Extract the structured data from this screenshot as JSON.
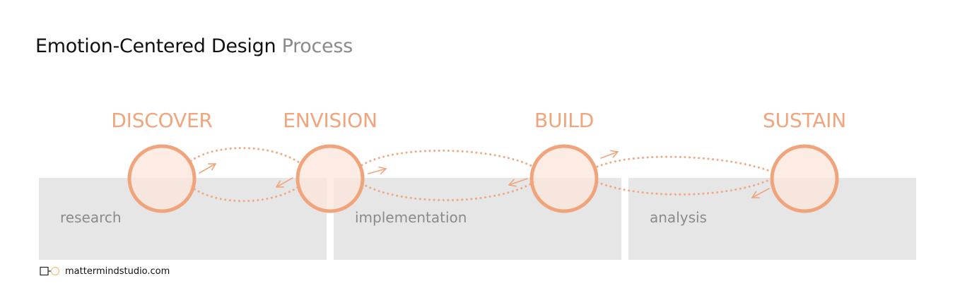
{
  "title": {
    "main": "Emotion-Centered Design",
    "accent": "Process"
  },
  "stages": [
    {
      "id": "discover",
      "label": "DISCOVER"
    },
    {
      "id": "envision",
      "label": "ENVISION"
    },
    {
      "id": "build",
      "label": "BUILD"
    },
    {
      "id": "sustain",
      "label": "SUSTAIN"
    }
  ],
  "phases": [
    {
      "id": "research",
      "label": "research"
    },
    {
      "id": "implementation",
      "label": "implementation"
    },
    {
      "id": "analysis",
      "label": "analysis"
    }
  ],
  "footer": {
    "site": "mattermindstudio.com"
  },
  "colors": {
    "accent": "#f1a57d",
    "circle_stroke": "#f0a47c",
    "circle_fill": "#fbe6da",
    "phase_box": "#e6e6e6",
    "phase_text": "#8a8a8a",
    "title_text": "#111111",
    "title_accent": "#8a8a8a"
  }
}
